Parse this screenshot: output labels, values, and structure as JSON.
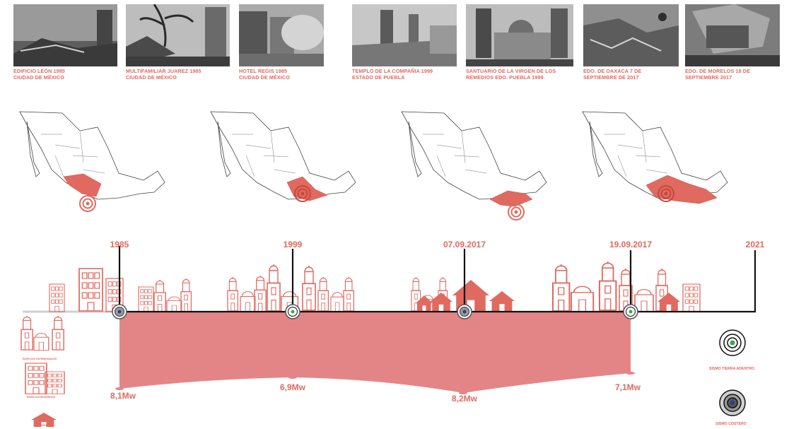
{
  "photos": [
    {
      "line1": "EDIFICIO LEÓN 1985",
      "line2": "CIUDAD DE MÉXICO"
    },
    {
      "line1": "MULTIFAMILIAR JUAREZ 1985",
      "line2": "CIUDAD DE MÉXICO"
    },
    {
      "line1": "HOTEL REGIS 1985",
      "line2": "CIUDAD DE MÉXICO"
    },
    {
      "line1": "TEMPLO DE LA COMPAÑIA 1999",
      "line2": "ESTADO DE PUEBLA"
    },
    {
      "line1": "SANTUARIO DE LA VIRGEN DE LOS",
      "line2": "REMEDIOS EDO. PUEBLA 1999"
    },
    {
      "line1": "EDO. DE OAXACA  7 DE",
      "line2": "SEPTIEMBRE DE 2017"
    },
    {
      "line1": "EDO. DE MORELOS 19 DE",
      "line2": "SEPTIEMBRE 2017"
    }
  ],
  "timeline": {
    "years": [
      "1985",
      "1999",
      "07.09.2017",
      "19.09.2017",
      "2021"
    ],
    "magnitudes": [
      "8,1Mw",
      "6,9Mw",
      "8,2Mw",
      "7,1Mw"
    ]
  },
  "legend": {
    "inland": "SISMO TIERRA ADENTRO",
    "coastal": "SISMO COSTERO",
    "building_types": [
      "EDIFICIOS PATRIMONIALES",
      "EDIFICIOS MODERNOS",
      "VIVIENDA"
    ]
  },
  "colors": {
    "accent": "#e06a60",
    "fill": "#e38587",
    "line": "#111111",
    "inland_dot": "#3aa84a",
    "coastal_dot": "#2a3f8f"
  },
  "icons": [
    "target-icon",
    "building-icon",
    "house-icon",
    "church-icon"
  ]
}
